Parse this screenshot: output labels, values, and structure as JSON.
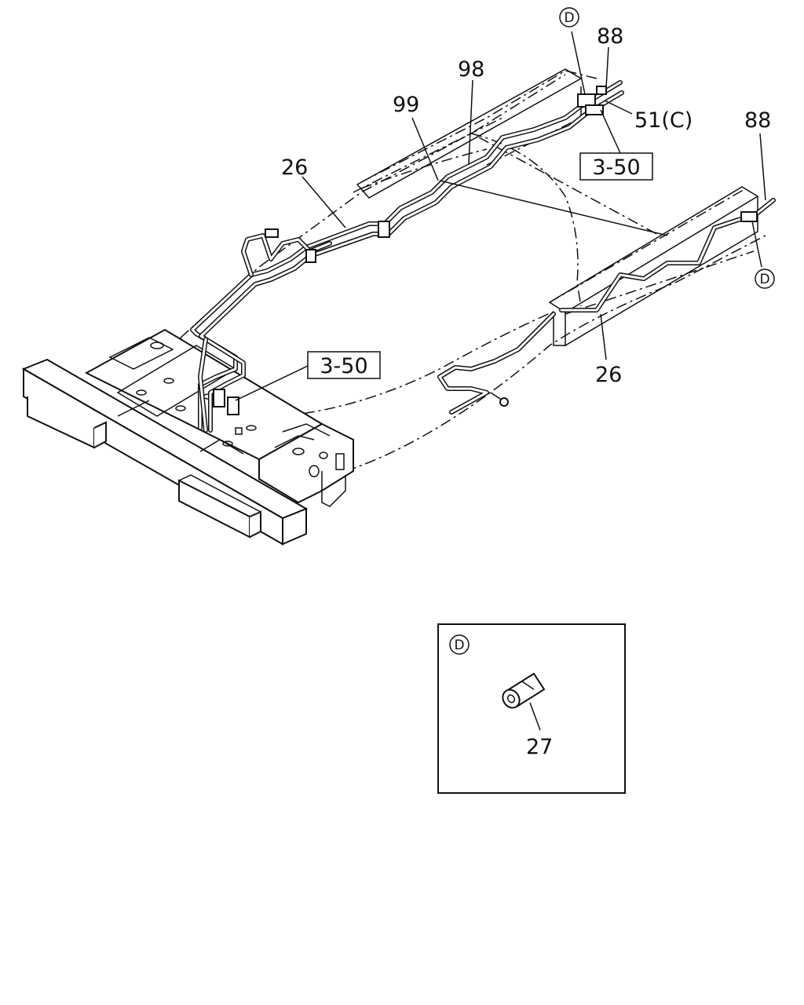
{
  "callouts": {
    "d_top": "D",
    "d_right": "D",
    "d_detail": "D",
    "p88_top": "88",
    "p88_right": "88",
    "p98": "98",
    "p99": "99",
    "p26_upper": "26",
    "p26_lower": "26",
    "p51c": "51(C)",
    "p27": "27"
  },
  "references": {
    "ref_upper": "3-50",
    "ref_lower": "3-50"
  },
  "detail_box": {
    "circle_label": "D",
    "part_label": "27"
  }
}
